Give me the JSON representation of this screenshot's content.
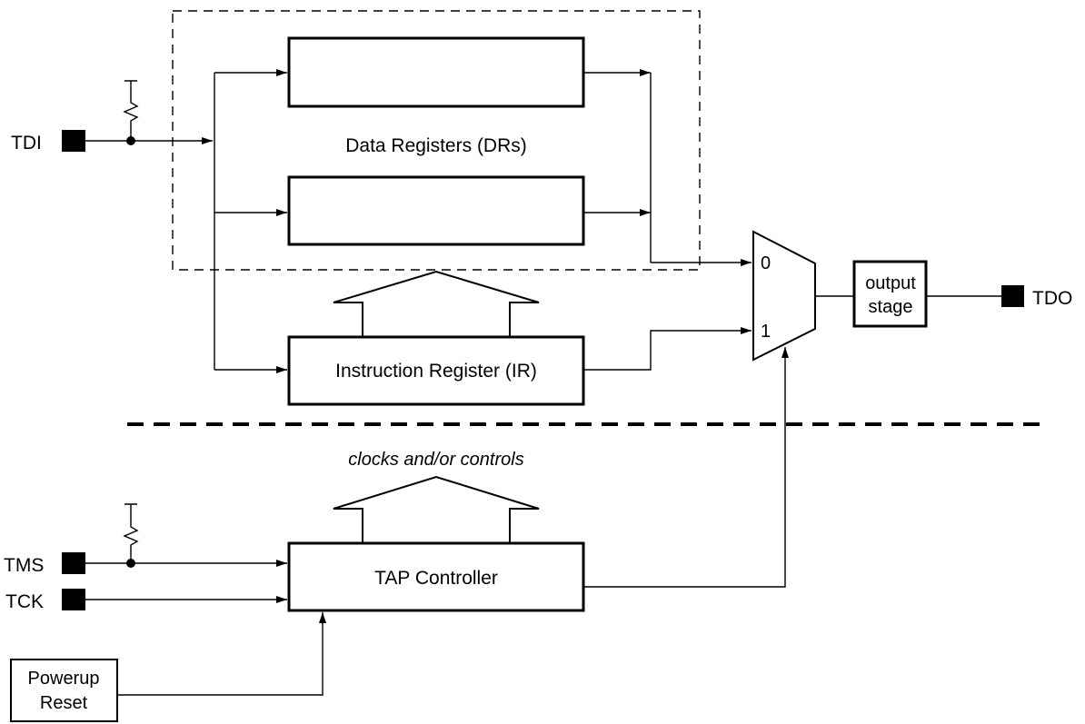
{
  "pins": {
    "tdi": "TDI",
    "tms": "TMS",
    "tck": "TCK",
    "tdo": "TDO"
  },
  "blocks": {
    "data_registers_label": "Data Registers (DRs)",
    "instruction_register": "Instruction Register (IR)",
    "output_stage_line1": "output",
    "output_stage_line2": "stage",
    "tap_controller": "TAP Controller",
    "powerup_line1": "Powerup",
    "powerup_line2": "Reset"
  },
  "mux": {
    "input0": "0",
    "input1": "1"
  },
  "annotations": {
    "clocks_controls": "clocks and/or controls"
  }
}
